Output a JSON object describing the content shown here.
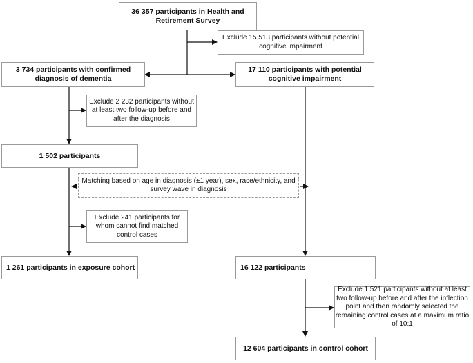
{
  "flowchart": {
    "top": {
      "text": "36 357 participants in Health and Retirement Survey"
    },
    "exclude_top": {
      "text": "Exclude 15 513 participants without potential cognitive impairment"
    },
    "left1": {
      "text": "3 734 participants with confirmed diagnosis of dementia"
    },
    "right1": {
      "text": "17 110 participants with potential cognitive impairment"
    },
    "exclude_left1": {
      "text": "Exclude 2 232 participants without at least two follow-up before and after the diagnosis"
    },
    "left2": {
      "text": "1 502 participants"
    },
    "matching": {
      "text": "Matching based on age in diagnosis (±1 year), sex, race/ethnicity, and survey wave in diagnosis"
    },
    "exclude_left2": {
      "text": "Exclude 241 participants for whom cannot find matched control cases"
    },
    "left3": {
      "text": "1 261 participants in exposure cohort"
    },
    "right2": {
      "text": "16 122 participants"
    },
    "exclude_right": {
      "text": "Exclude 1 521 participants without at least two follow-up before and after the inflection point and then randomly selected the remaining control cases at a maximum ratio of 10:1"
    },
    "right3": {
      "text": "12 604 participants in control cohort"
    }
  }
}
